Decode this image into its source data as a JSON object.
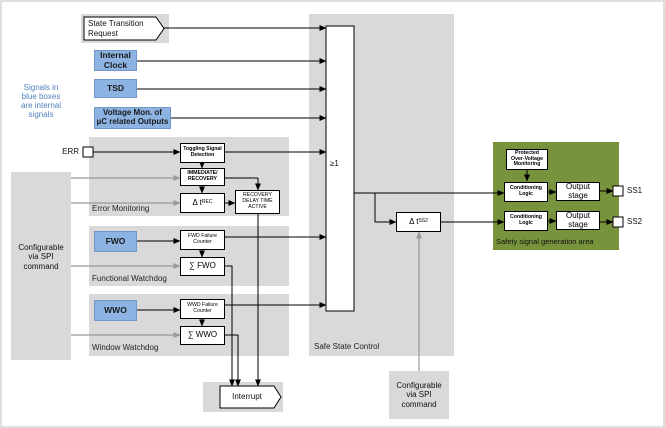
{
  "diagram": {
    "inputs": {
      "state_transition": "State Transition\nRequest",
      "internal_clock": "Internal\nClock",
      "tsd": "TSD",
      "voltage_mon": "Voltage Mon. of\nµC related Outputs",
      "err": "ERR"
    },
    "note_blue": "Signals in\nblue boxes\nare internal\nsignals",
    "spi_config_left": "Configurable\nvia SPI\ncommand",
    "spi_config_bottom": "Configurable\nvia SPI\ncommand",
    "error_monitoring": {
      "title": "Error Monitoring",
      "toggling": "Toggling Signal\nDetection",
      "immediate": "IMMEDIATE/\nRECOVERY",
      "delta_rec": "Δ t",
      "delta_rec_sub": "REC",
      "recovery_delay": "RECOVERY\nDELAY TIME\nACTIVE"
    },
    "functional_watchdog": {
      "title": "Functional Watchdog",
      "fwo": "FWO",
      "counter": "FWD Failure\nCounter",
      "sum": "∑ FWO"
    },
    "window_watchdog": {
      "title": "Window Watchdog",
      "wwo": "WWO",
      "counter": "WWD Failure\nCounter",
      "sum": "∑ WWO"
    },
    "safe_state_control": {
      "title": "Safe State Control",
      "or_gate": "≥1"
    },
    "delta_ss2": "Δ t",
    "delta_ss2_sub": "SS2",
    "interrupt": "Interrupt",
    "safety_area": {
      "title": "Safety signal generation area",
      "protected": "Protected\nOver-Voltage\nMonitoring",
      "conditioning": "Conditioning\nLogic",
      "output_stage": "Output\nstage",
      "ss1": "SS1",
      "ss2": "SS2"
    },
    "colors": {
      "gray_region": "#d9d9d9",
      "blue_box": "#8db3e2",
      "green_area": "#77933c",
      "note_text": "#4f81bd"
    }
  }
}
